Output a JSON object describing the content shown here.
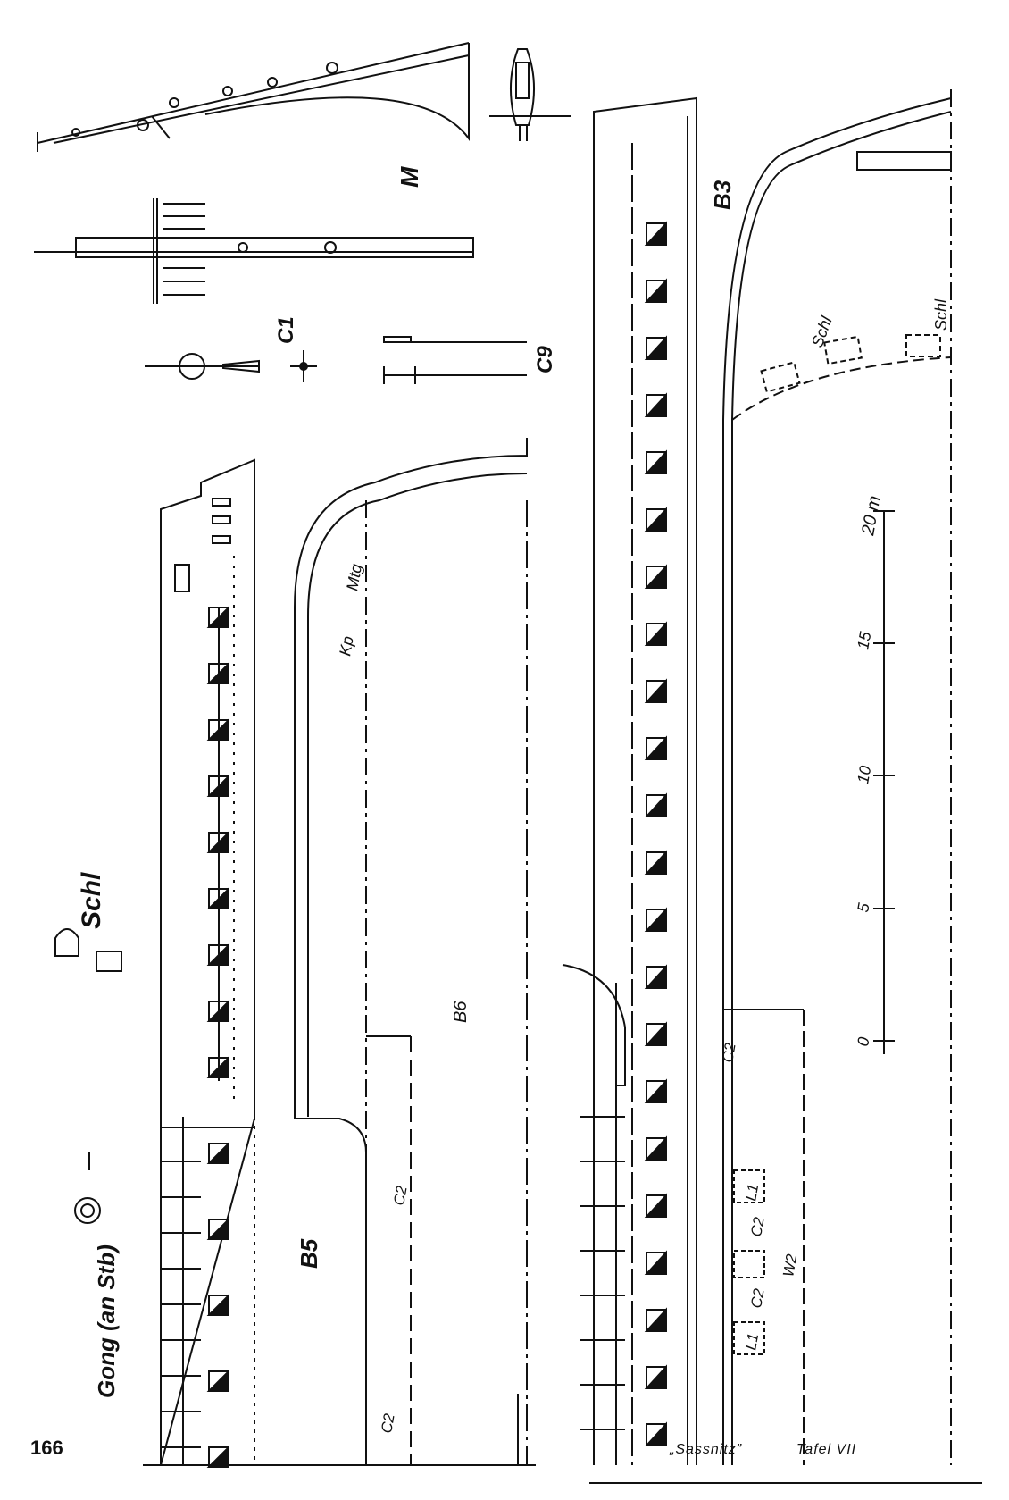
{
  "page": {
    "page_number": "166",
    "caption": "„Sassnitz”",
    "plate": "Tafel VII"
  },
  "legend": {
    "gong_label": "Gong (an Stb)",
    "schl_label": "Schl"
  },
  "view_labels": {
    "m": "M",
    "c1": "C1",
    "c9": "C9",
    "b3": "B3",
    "b5": "B5",
    "b6": "B6"
  },
  "annotations": {
    "schl_1": "Schl",
    "schl_2": "Schl",
    "mtg": "Mtg",
    "kp": "Kp",
    "c2_1": "C2",
    "c2_2": "C2",
    "c2_3": "C2",
    "c2_4": "C2",
    "c2_5": "C2",
    "l1_1": "L1",
    "l1_2": "L1",
    "w2": "W2"
  },
  "scale_bar": {
    "unit_label": "20 m",
    "ticks": [
      "0",
      "5",
      "10",
      "15"
    ]
  }
}
